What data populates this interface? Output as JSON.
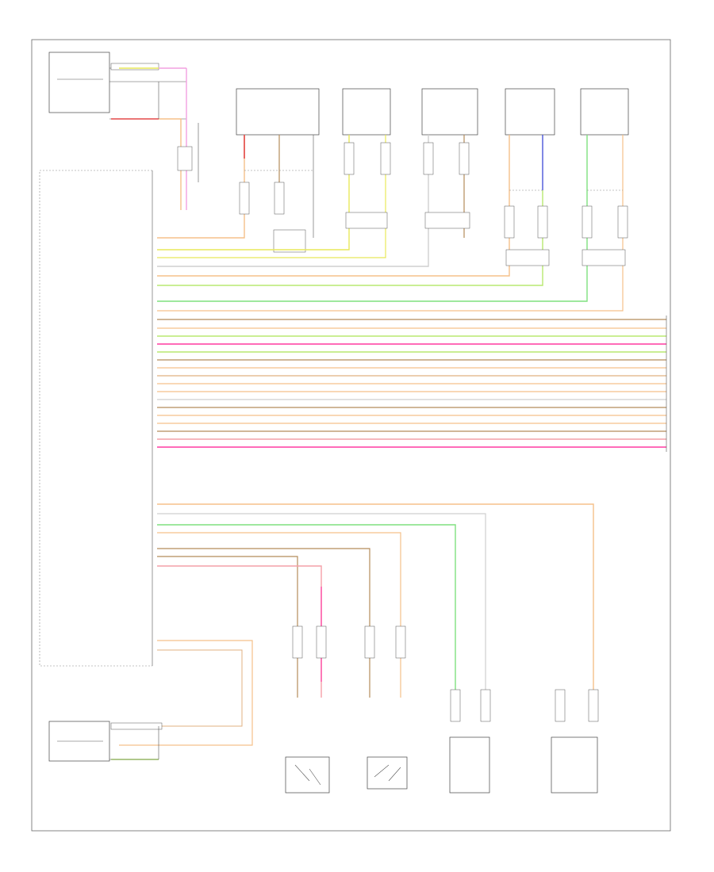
{
  "diagram": {
    "footer_code": "",
    "colors": {
      "yellow": "#e8e85a",
      "pink": "#f2a0e0",
      "red": "#e34848",
      "orange": "#f5c08a",
      "brown": "#b58c5a",
      "blue": "#4b56d8",
      "green": "#7fe07f",
      "grey": "#cfcfcf",
      "light_pink": "#f4a0a8",
      "magenta": "#ff3aa0",
      "light_green": "#b8e870",
      "tan": "#e0b080",
      "black": "#444444"
    },
    "top_sensors": [
      {
        "label": ""
      },
      {
        "label": ""
      },
      {
        "label": ""
      },
      {
        "label": ""
      },
      {
        "label": ""
      }
    ],
    "bottom_switches": [
      {
        "label": ""
      },
      {
        "label": ""
      },
      {
        "label": ""
      },
      {
        "label": ""
      }
    ],
    "module_rows": [
      {
        "pin": "",
        "label": "",
        "color": "orange"
      },
      {
        "pin": "",
        "label": "",
        "color": "tan"
      },
      {
        "pin": "",
        "label": "",
        "color": "yellow"
      },
      {
        "pin": "",
        "label": "",
        "color": "yellow"
      },
      {
        "pin": "",
        "label": "",
        "color": "grey"
      },
      {
        "pin": "",
        "label": "",
        "color": "orange"
      },
      {
        "pin": "",
        "label": "",
        "color": "light_green"
      },
      {
        "pin": "",
        "label": "",
        "color": "green"
      },
      {
        "pin": "",
        "label": "",
        "color": "brown"
      },
      {
        "pin": "",
        "label": "",
        "color": "tan"
      },
      {
        "pin": "",
        "label": "",
        "color": "light_green"
      },
      {
        "pin": "",
        "label": "",
        "color": "magenta"
      },
      {
        "pin": "",
        "label": "",
        "color": "light_green"
      },
      {
        "pin": "",
        "label": "",
        "color": "brown"
      },
      {
        "pin": "",
        "label": "",
        "color": "orange"
      },
      {
        "pin": "",
        "label": "",
        "color": "tan"
      },
      {
        "pin": "",
        "label": "",
        "color": "orange"
      },
      {
        "pin": "",
        "label": "",
        "color": "orange"
      },
      {
        "pin": "",
        "label": "",
        "color": "grey"
      },
      {
        "pin": "",
        "label": "",
        "color": "brown"
      },
      {
        "pin": "",
        "label": "",
        "color": "orange"
      },
      {
        "pin": "",
        "label": "",
        "color": "orange"
      },
      {
        "pin": "",
        "label": "",
        "color": "brown"
      },
      {
        "pin": "",
        "label": "",
        "color": "tan"
      },
      {
        "pin": "",
        "label": "",
        "color": "magenta"
      }
    ]
  }
}
